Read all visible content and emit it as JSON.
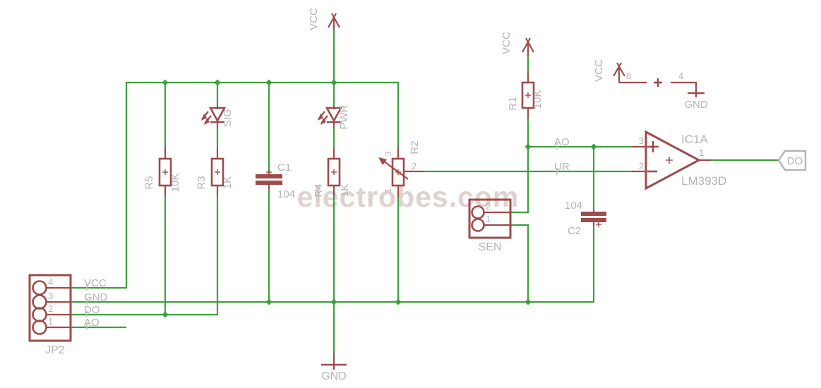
{
  "watermark": "electrobes.com",
  "labels": {
    "vcc": "VCC",
    "gnd": "GND"
  },
  "nets": {
    "ao": "AO",
    "ur": "UR",
    "do": "DO"
  },
  "components": {
    "r5": {
      "ref": "R5",
      "value": "10K"
    },
    "r3": {
      "ref": "R3",
      "value": "1K"
    },
    "r4": {
      "ref": "R4",
      "value": "1K"
    },
    "r1": {
      "ref": "R1",
      "value": "10K"
    },
    "r2": {
      "ref": "R2",
      "pin3": "3",
      "pin2": "2",
      "pin1": "1"
    },
    "c1": {
      "ref": "C1",
      "value": "104"
    },
    "c2": {
      "ref": "C2",
      "value": "104"
    },
    "led_sig": {
      "ref": "SIG"
    },
    "led_pwr": {
      "ref": "PWR"
    },
    "sen": {
      "ref": "SEN",
      "pin2": "2",
      "pin1": "1"
    },
    "jp2": {
      "ref": "JP2",
      "pin4": "4",
      "pin3": "3",
      "pin2": "2",
      "pin1": "1",
      "net4": "VCC",
      "net3": "GND",
      "net2": "DO",
      "net1": "AO"
    },
    "ic1a": {
      "ref": "IC1A",
      "part": "LM393D",
      "pin3": "3",
      "pin2": "2",
      "pin1": "1",
      "pin8": "8",
      "pin4": "4"
    }
  },
  "colors": {
    "wire": "#3ca03c",
    "component": "#9e4b4b",
    "label": "#b4b4b4",
    "watermark": "#ded2cf"
  }
}
